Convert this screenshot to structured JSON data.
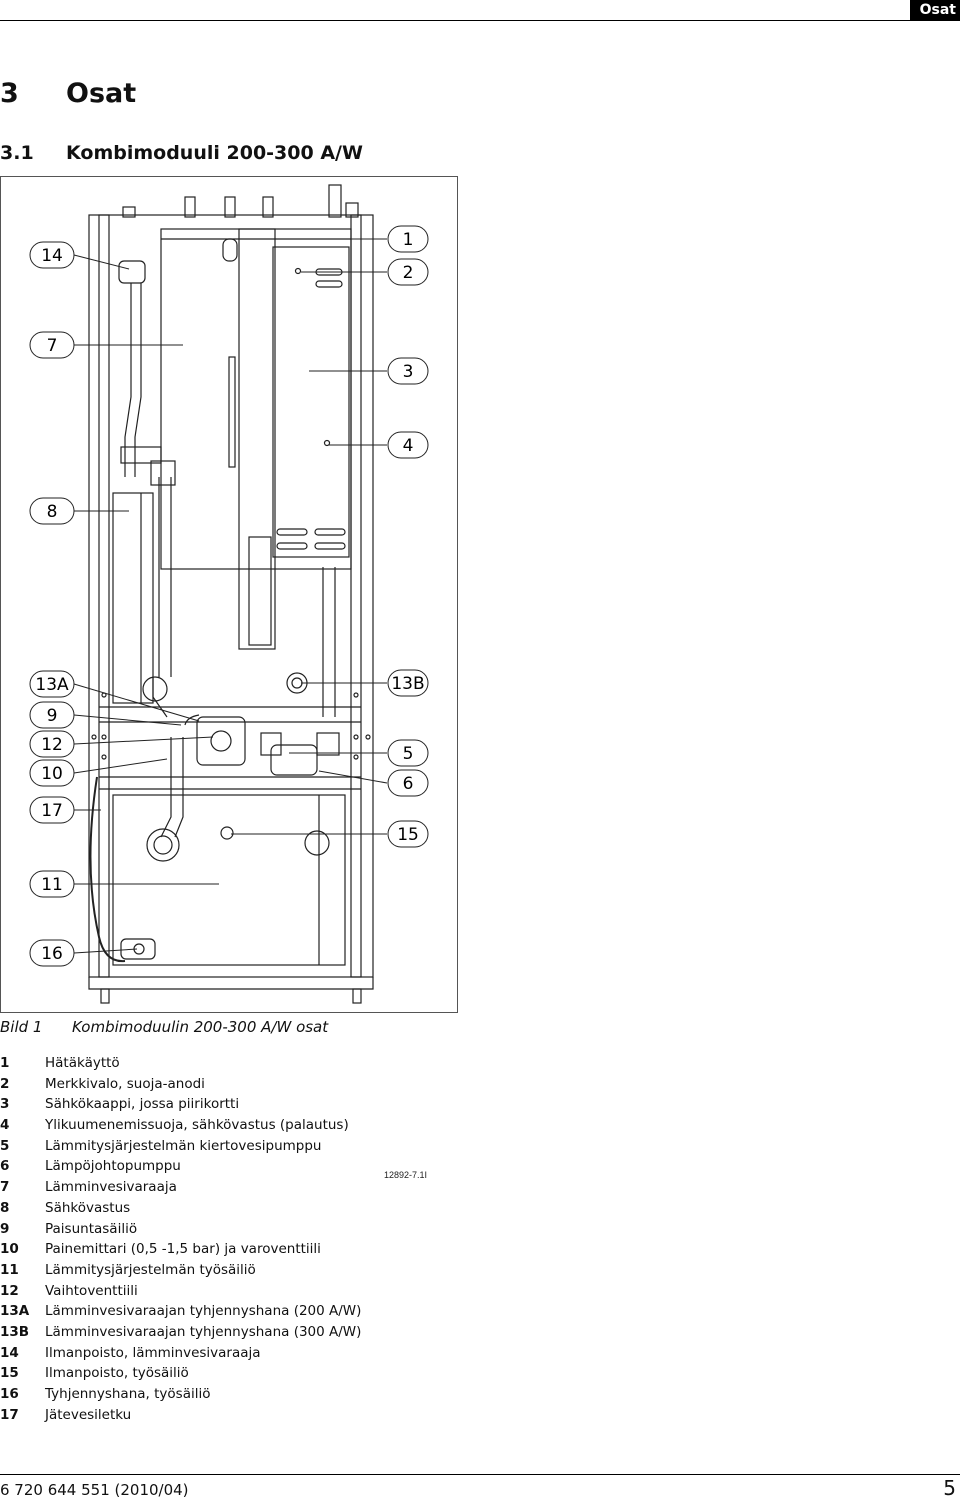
{
  "header": {
    "section_tab": "Osat"
  },
  "heading1": {
    "number": "3",
    "title": "Osat"
  },
  "heading2": {
    "number": "3.1",
    "title": "Kombimoduuli 200-300 A/W"
  },
  "figure": {
    "code": "12892-7.1I",
    "callouts_left": [
      "14",
      "7",
      "8",
      "13A",
      "9",
      "12",
      "10",
      "17",
      "11",
      "16"
    ],
    "callouts_right": [
      "1",
      "2",
      "3",
      "4",
      "13B",
      "5",
      "6",
      "15"
    ]
  },
  "caption": {
    "label": "Bild 1",
    "text": "Kombimoduulin 200-300 A/W osat"
  },
  "legend": [
    {
      "key": "1",
      "text": "Hätäkäyttö"
    },
    {
      "key": "2",
      "text": "Merkkivalo, suoja-anodi"
    },
    {
      "key": "3",
      "text": "Sähkökaappi, jossa piirikortti"
    },
    {
      "key": "4",
      "text": "Ylikuumenemissuoja, sähkövastus (palautus)"
    },
    {
      "key": "5",
      "text": "Lämmitysjärjestelmän kiertovesipumppu"
    },
    {
      "key": "6",
      "text": "Lämpöjohtopumppu"
    },
    {
      "key": "7",
      "text": "Lämminvesivaraaja"
    },
    {
      "key": "8",
      "text": "Sähkövastus"
    },
    {
      "key": "9",
      "text": "Paisuntasäiliö"
    },
    {
      "key": "10",
      "text": "Painemittari (0,5 -1,5 bar) ja varoventtiili"
    },
    {
      "key": "11",
      "text": "Lämmitysjärjestelmän työsäiliö"
    },
    {
      "key": "12",
      "text": "Vaihtoventtiili"
    },
    {
      "key": "13A",
      "text": "Lämminvesivaraajan tyhjennyshana (200 A/W)"
    },
    {
      "key": "13B",
      "text": "Lämminvesivaraajan tyhjennyshana (300 A/W)"
    },
    {
      "key": "14",
      "text": "Ilmanpoisto, lämminvesivaraaja"
    },
    {
      "key": "15",
      "text": "Ilmanpoisto, työsäiliö"
    },
    {
      "key": "16",
      "text": "Tyhjennyshana, työsäiliö"
    },
    {
      "key": "17",
      "text": "Jätevesiletku"
    }
  ],
  "footer": {
    "doc_number": "6 720 644 551 (2010/04)",
    "page_number": "5"
  }
}
